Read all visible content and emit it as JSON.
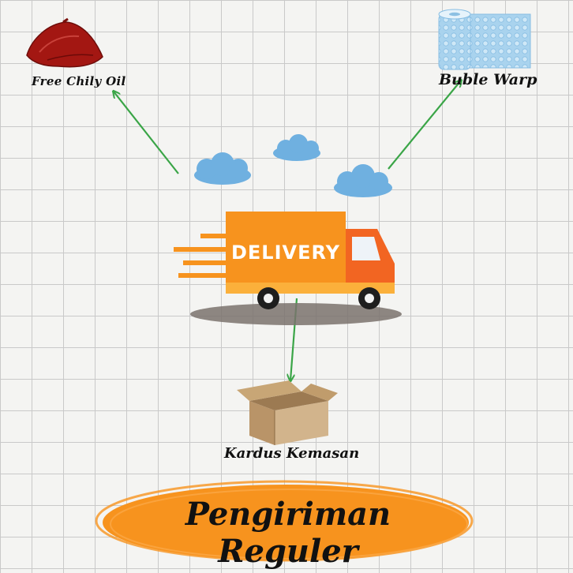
{
  "items": {
    "chili": {
      "label": "Free Chily Oil",
      "icon": "chili-oil-pack-icon"
    },
    "bubble": {
      "label": "Buble Warp",
      "icon": "bubble-wrap-roll-icon"
    },
    "box": {
      "label": "Kardus Kemasan",
      "icon": "cardboard-box-icon"
    }
  },
  "truck": {
    "text": "DELIVERY",
    "icon": "delivery-truck-icon"
  },
  "footer": {
    "title": "Pengiriman Reguler"
  },
  "colors": {
    "arrow": "#3aa547",
    "truck_body": "#f7931e",
    "truck_cab": "#f26522",
    "cloud": "#6fb0e0",
    "banner": "#f7931e"
  }
}
